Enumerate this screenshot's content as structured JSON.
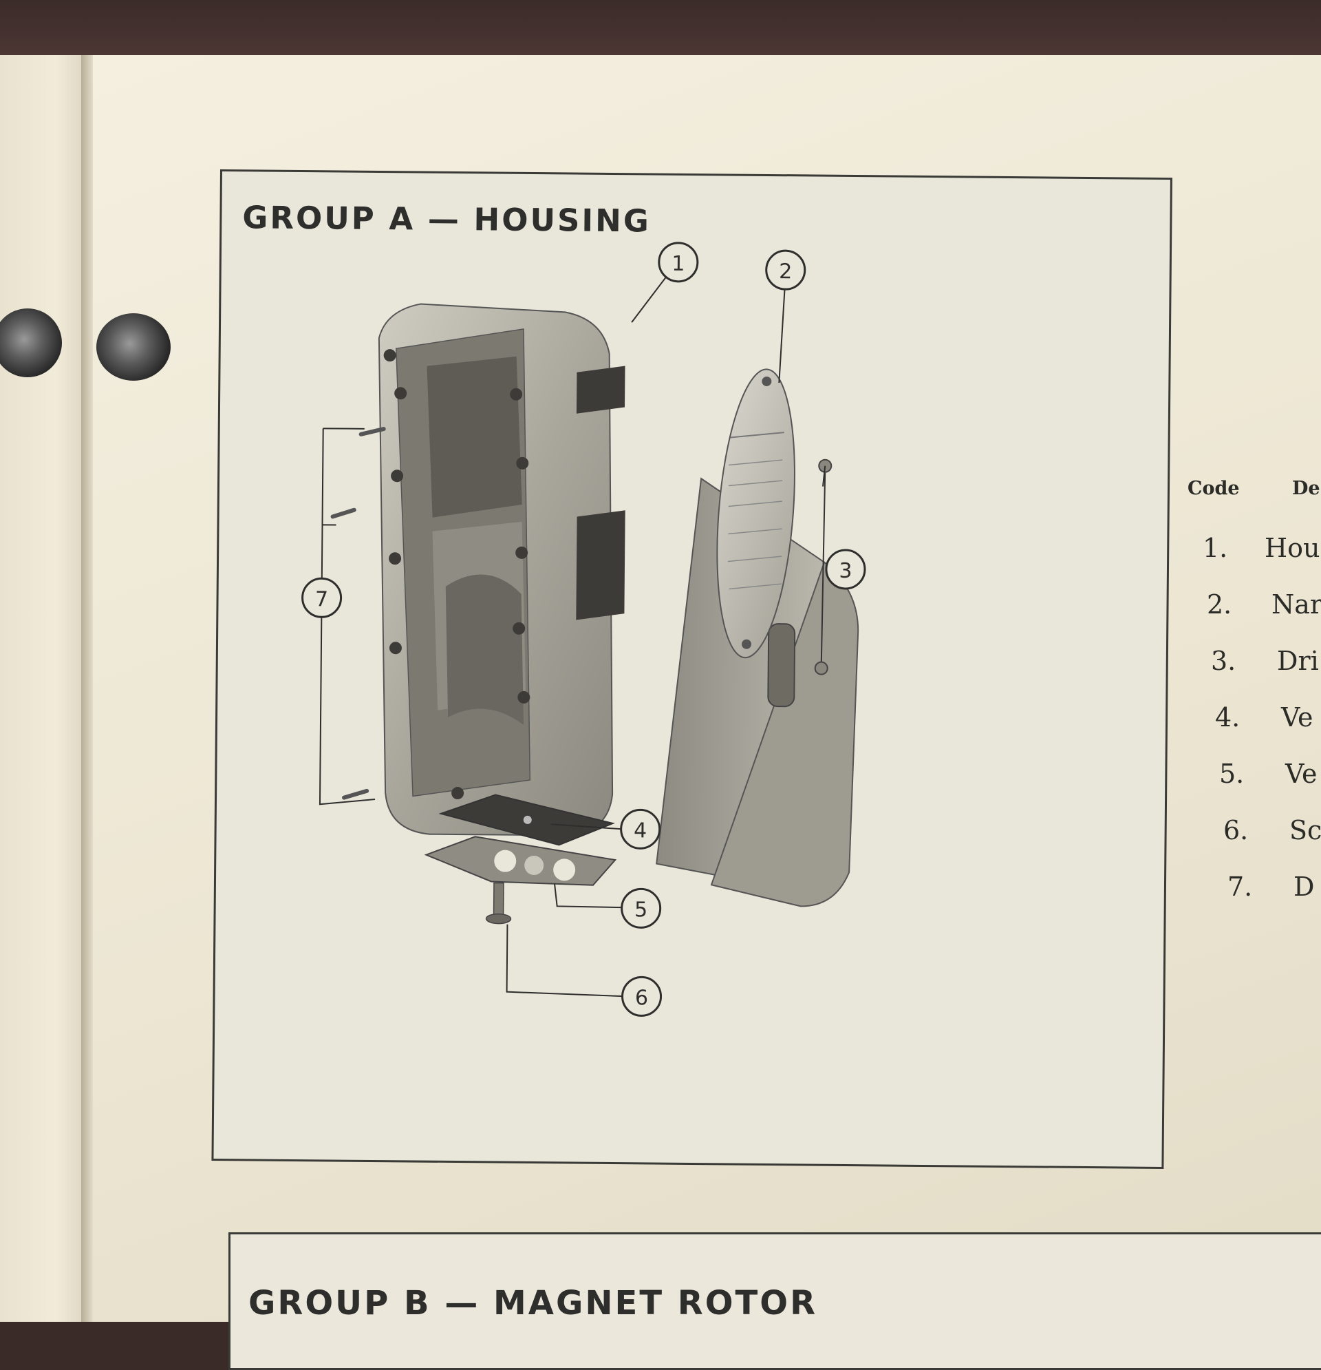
{
  "group_a": {
    "title": "GROUP A — HOUSING",
    "callouts": [
      "1",
      "2",
      "3",
      "4",
      "5",
      "6",
      "7"
    ]
  },
  "group_b": {
    "title": "GROUP B — MAGNET ROTOR"
  },
  "parts_list": {
    "code_header": "Code",
    "desc_header": "De",
    "rows": [
      {
        "num": "1.",
        "desc": "Hou"
      },
      {
        "num": "2.",
        "desc": "Nar"
      },
      {
        "num": "3.",
        "desc": "Dri"
      },
      {
        "num": "4.",
        "desc": "Ve"
      },
      {
        "num": "5.",
        "desc": "Ve"
      },
      {
        "num": "6.",
        "desc": "Sc"
      },
      {
        "num": "7.",
        "desc": "D"
      }
    ]
  },
  "colors": {
    "paper": "#efe9d8",
    "ink": "#2e2e2c",
    "panel": "#e9e6da",
    "desk": "#3a2a28"
  }
}
